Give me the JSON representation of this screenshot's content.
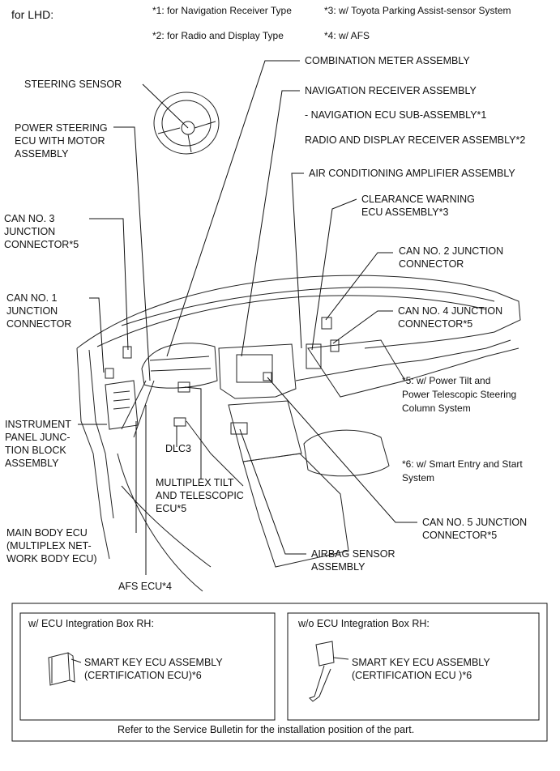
{
  "header": {
    "title": "for LHD:",
    "notes": [
      "*1: for Navigation Receiver Type",
      "*2: for Radio and Display Type",
      "*3: w/ Toyota Parking Assist-sensor System",
      "*4: w/ AFS"
    ]
  },
  "labels": {
    "combination_meter": "COMBINATION METER ASSEMBLY",
    "steering_sensor": "STEERING SENSOR",
    "navigation_receiver": "NAVIGATION RECEIVER ASSEMBLY",
    "navigation_ecu": "- NAVIGATION ECU SUB-ASSEMBLY*1",
    "power_steering": "POWER STEERING\nECU WITH MOTOR\nASSEMBLY",
    "radio_display": "RADIO AND DISPLAY RECEIVER ASSEMBLY*2",
    "air_conditioning": "AIR CONDITIONING AMPLIFIER ASSEMBLY",
    "clearance_warning": "CLEARANCE WARNING\nECU ASSEMBLY*3",
    "can3": "CAN NO. 3\nJUNCTION\nCONNECTOR*5",
    "can2": "CAN NO. 2 JUNCTION\nCONNECTOR",
    "can1": "CAN NO. 1\nJUNCTION\nCONNECTOR",
    "can4": "CAN NO. 4 JUNCTION\nCONNECTOR*5",
    "note5": "*5: w/ Power Tilt and\nPower Telescopic Steering\nColumn System",
    "instrument_panel": "INSTRUMENT\nPANEL JUNC-\nTION BLOCK\nASSEMBLY",
    "dlc3": "DLC3",
    "note6": "*6: w/ Smart Entry and Start\nSystem",
    "multiplex_tilt": "MULTIPLEX TILT\nAND TELESCOPIC\nECU*5",
    "main_body": "MAIN BODY ECU\n(MULTIPLEX NET-\nWORK BODY ECU)",
    "can5": "CAN NO. 5 JUNCTION\nCONNECTOR*5",
    "airbag": "AIRBAG SENSOR\nASSEMBLY",
    "afs": "AFS ECU*4"
  },
  "bottom_box": {
    "left_title": "w/ ECU Integration Box RH:",
    "left_label": "SMART KEY ECU ASSEMBLY\n(CERTIFICATION ECU)*6",
    "right_title": "w/o ECU Integration Box RH:",
    "right_label": "SMART KEY ECU ASSEMBLY\n(CERTIFICATION ECU )*6",
    "footer": "Refer to the Service Bulletin for the installation position of the part."
  }
}
